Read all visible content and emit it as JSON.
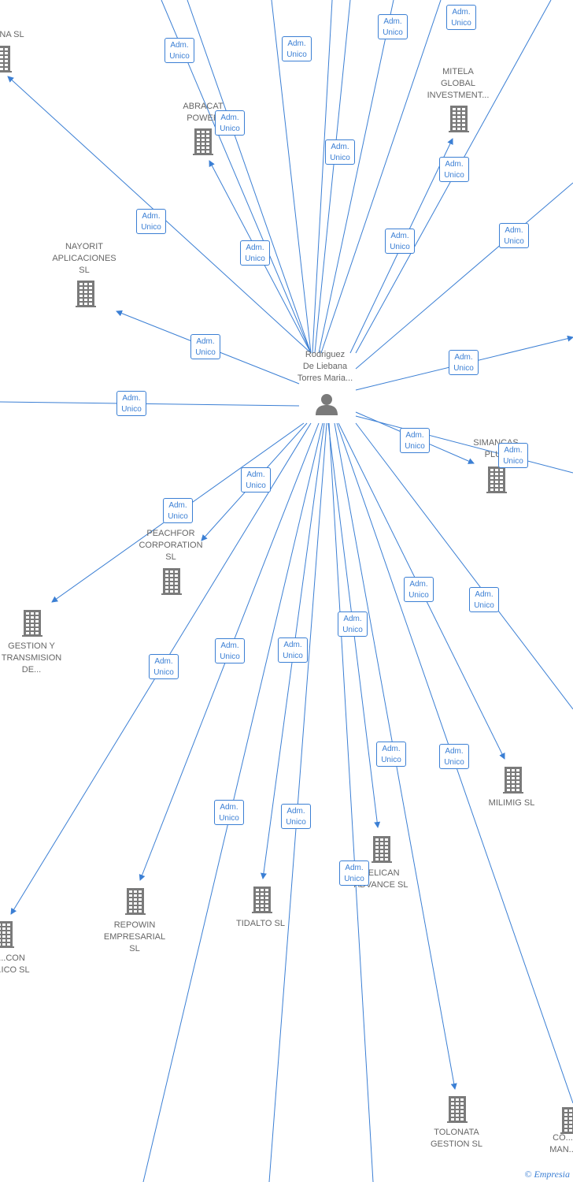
{
  "center": {
    "name": "Rodriguez\nDe Liebana\nTorres Maria..."
  },
  "relation_label": "Adm.\nUnico",
  "companies": [
    {
      "id": "c1",
      "name": "NA SL"
    },
    {
      "id": "c2",
      "name": "ABRACAT\nPOWER"
    },
    {
      "id": "c3",
      "name": "MITELA\nGLOBAL\nINVESTMENT..."
    },
    {
      "id": "c4",
      "name": "NAYORIT\nAPLICACIONES\nSL"
    },
    {
      "id": "c5",
      "name": "SIMANCAS\nPLUS"
    },
    {
      "id": "c6",
      "name": "PEACHFOR\nCORPORATION\nSL"
    },
    {
      "id": "c7",
      "name": "GESTION Y\nTRANSMISION\nDE..."
    },
    {
      "id": "c8",
      "name": "MILIMIG SL"
    },
    {
      "id": "c9",
      "name": "PELICAN\nADVANCE SL"
    },
    {
      "id": "c10",
      "name": "REPOWIN\nEMPRESARIAL\nSL"
    },
    {
      "id": "c11",
      "name": "TIDALTO SL"
    },
    {
      "id": "c12",
      "name": "...CON\n...ICO SL"
    },
    {
      "id": "c13",
      "name": "TOLONATA\nGESTION SL"
    },
    {
      "id": "c14",
      "name": "CO...\nMAN..."
    }
  ],
  "footer": {
    "copyright_symbol": "©",
    "brand": "Empresia"
  },
  "colors": {
    "edge": "#3b7fd4",
    "icon": "#7a7a7a",
    "label": "#666666"
  }
}
